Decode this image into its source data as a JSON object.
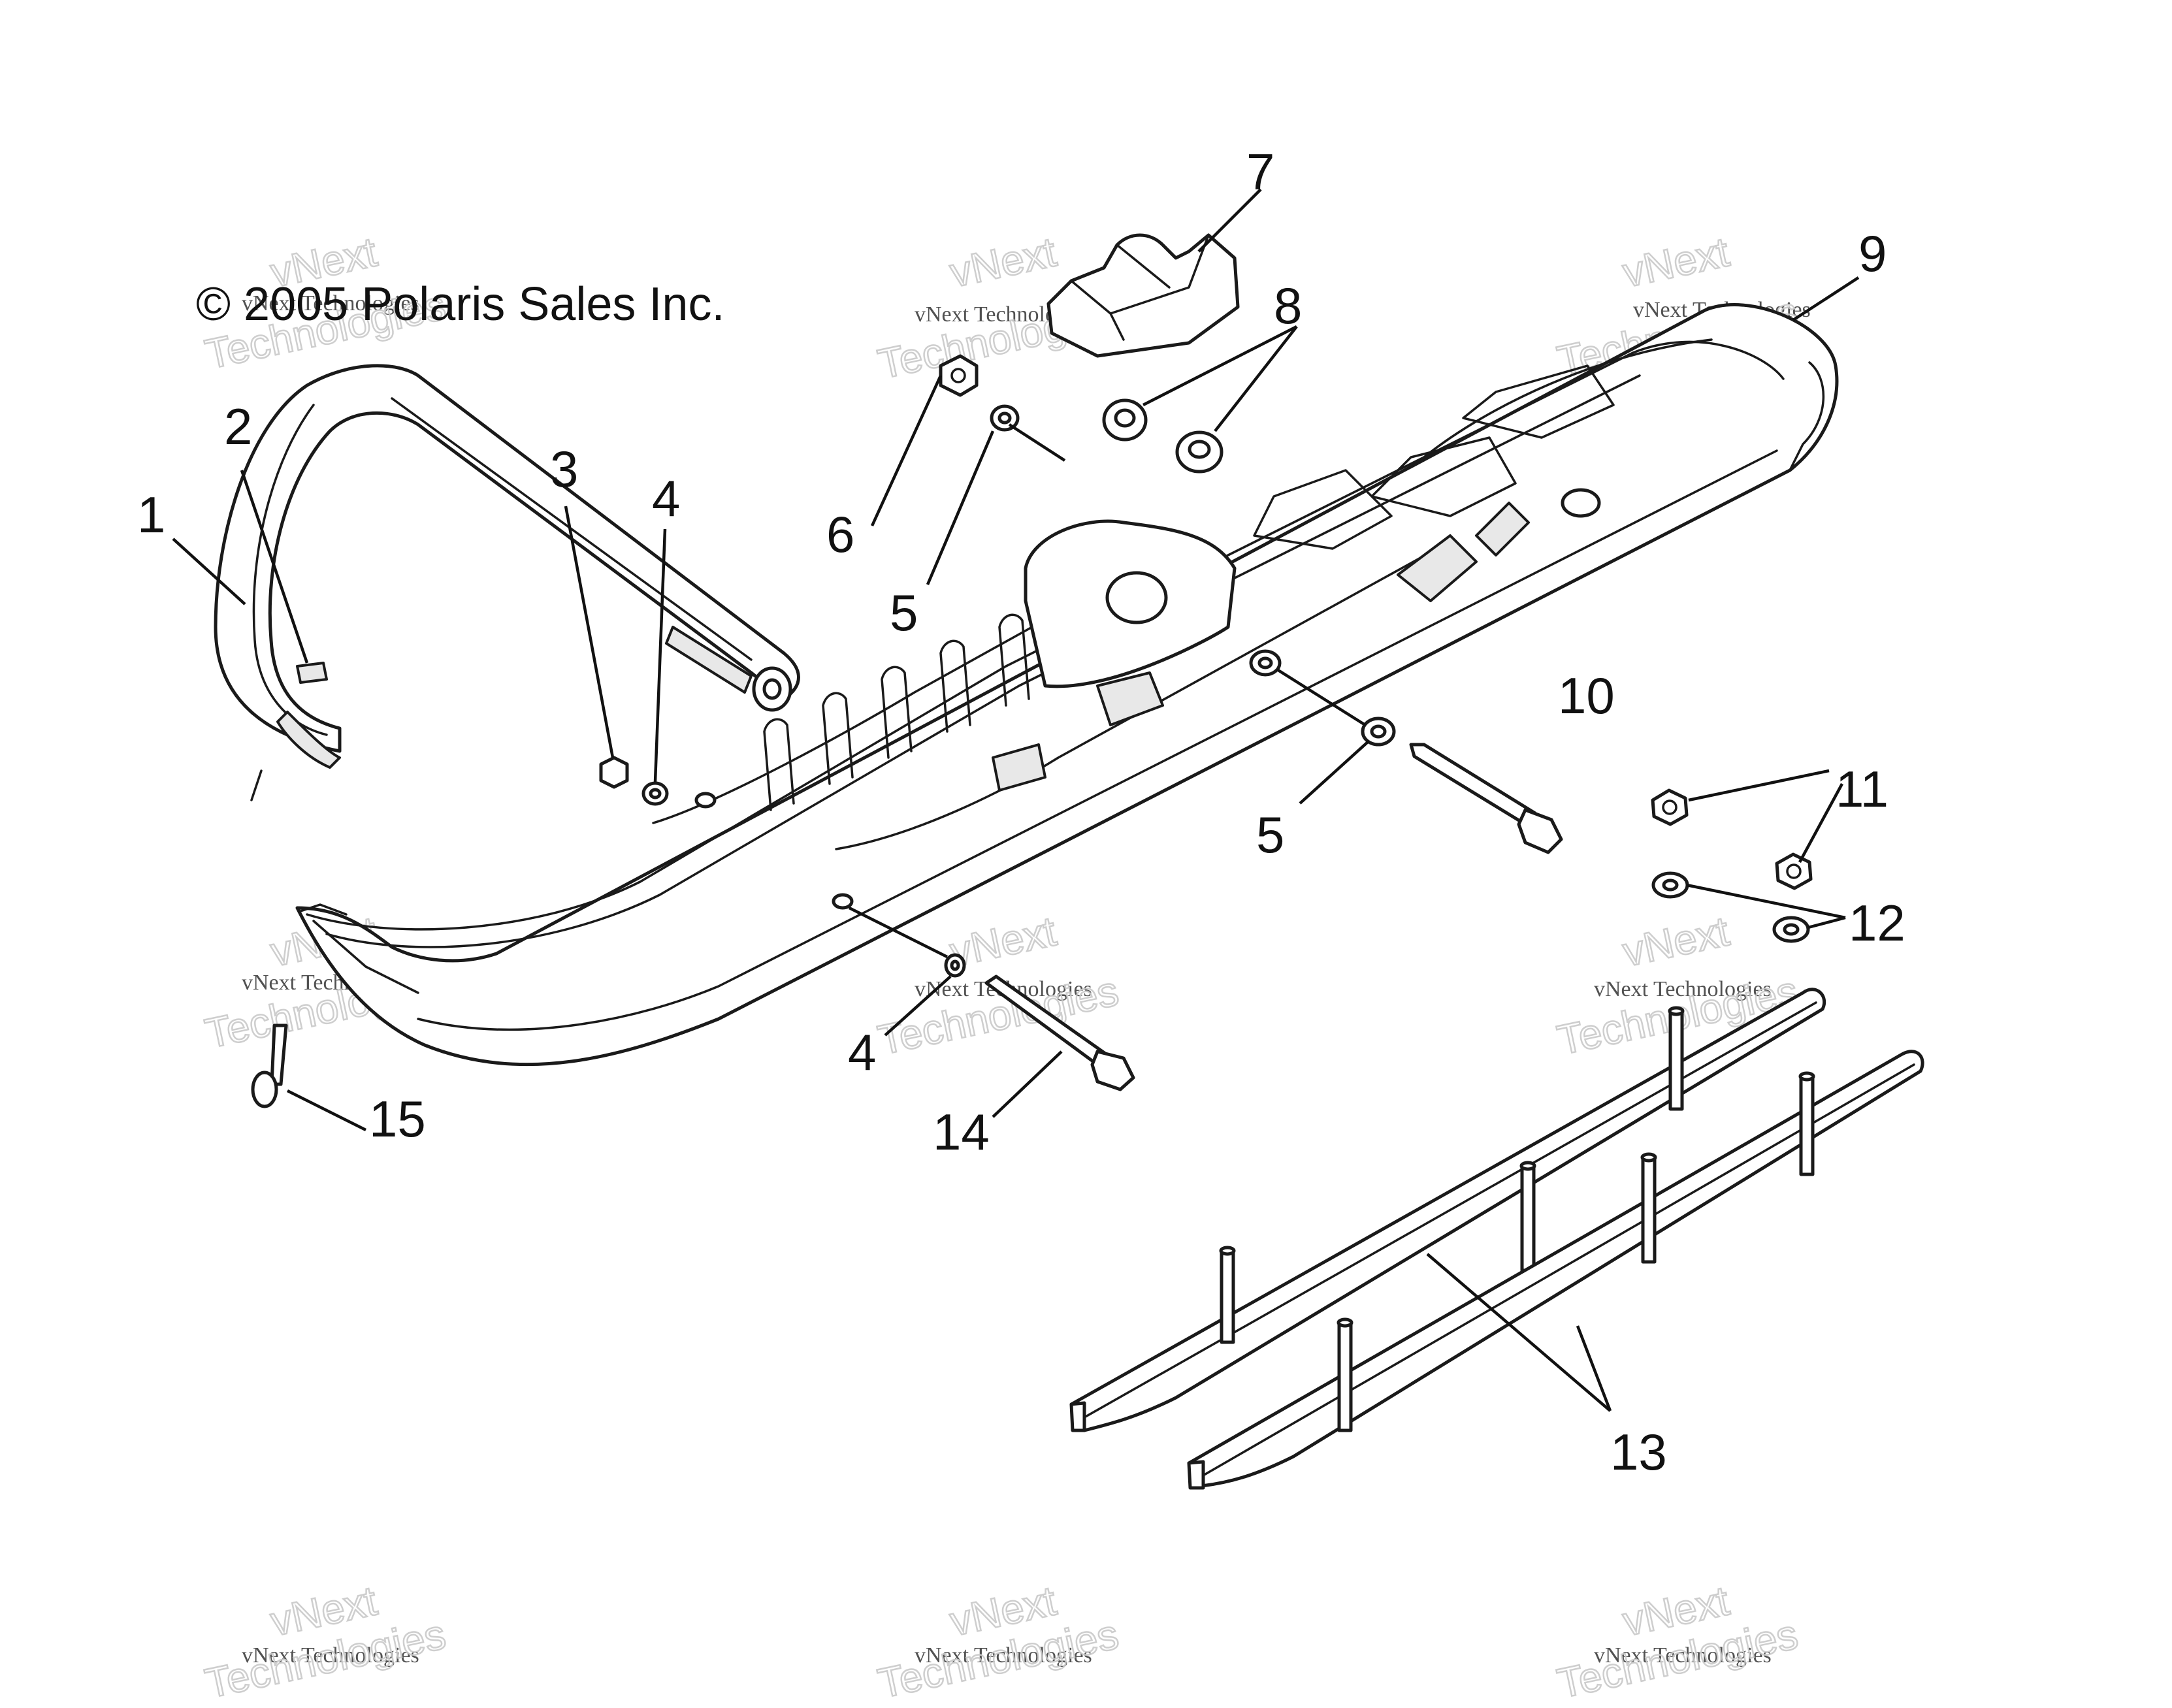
{
  "copyright": "© 2005 Polaris Sales Inc.",
  "watermark": {
    "line1": "vNext",
    "line2": "vNext Technologies",
    "line3": "Technologies"
  },
  "callouts": [
    {
      "id": "c1",
      "label": "1"
    },
    {
      "id": "c2",
      "label": "2"
    },
    {
      "id": "c3",
      "label": "3"
    },
    {
      "id": "c4a",
      "label": "4"
    },
    {
      "id": "c4b",
      "label": "4"
    },
    {
      "id": "c5a",
      "label": "5"
    },
    {
      "id": "c5b",
      "label": "5"
    },
    {
      "id": "c6",
      "label": "6"
    },
    {
      "id": "c7",
      "label": "7"
    },
    {
      "id": "c8",
      "label": "8"
    },
    {
      "id": "c9",
      "label": "9"
    },
    {
      "id": "c10",
      "label": "10"
    },
    {
      "id": "c11",
      "label": "11"
    },
    {
      "id": "c12",
      "label": "12"
    },
    {
      "id": "c13",
      "label": "13"
    },
    {
      "id": "c14",
      "label": "14"
    },
    {
      "id": "c15",
      "label": "15"
    }
  ]
}
